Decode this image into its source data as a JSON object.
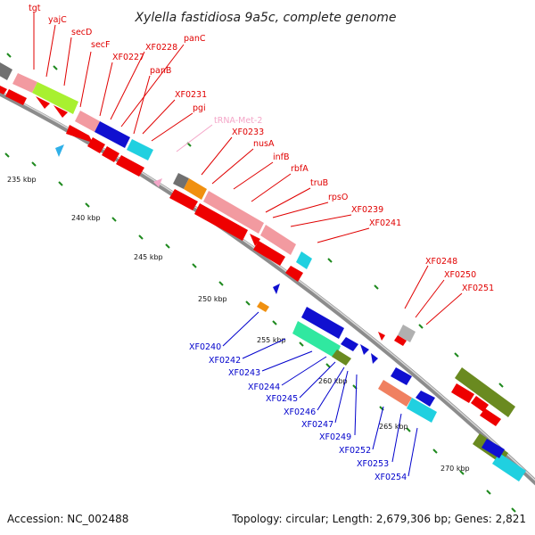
{
  "header": {
    "title": "Xylella fastidiosa 9a5c, complete genome"
  },
  "footer": {
    "accession": "Accession: NC_002488",
    "summary": "Topology: circular; Length: 2,679,306 bp; Genes: 2,821"
  },
  "scale_labels": [
    "235 kbp",
    "240 kbp",
    "245 kbp",
    "250 kbp",
    "255 kbp",
    "260 kbp",
    "265 kbp",
    "270 kbp"
  ],
  "colors": {
    "forward_label": "#e00000",
    "reverse_label": "#0000cc",
    "trna_label": "#f4a6c8",
    "backbone": "#8c8c8c",
    "tick": "#1f8a1f"
  },
  "upper_labels": [
    "tgt",
    "yajC",
    "secD",
    "secF",
    "XF0227",
    "XF0228",
    "panC",
    "panB",
    "XF0231",
    "pgi",
    "tRNA-Met-2",
    "XF0233",
    "nusA",
    "infB",
    "rbfA",
    "truB",
    "rpsO",
    "XF0239",
    "XF0241",
    "XF0248",
    "XF0250",
    "XF0251"
  ],
  "lower_labels": [
    "XF0240",
    "XF0242",
    "XF0243",
    "XF0244",
    "XF0245",
    "XF0246",
    "XF0247",
    "XF0249",
    "XF0252",
    "XF0253",
    "XF0254"
  ]
}
